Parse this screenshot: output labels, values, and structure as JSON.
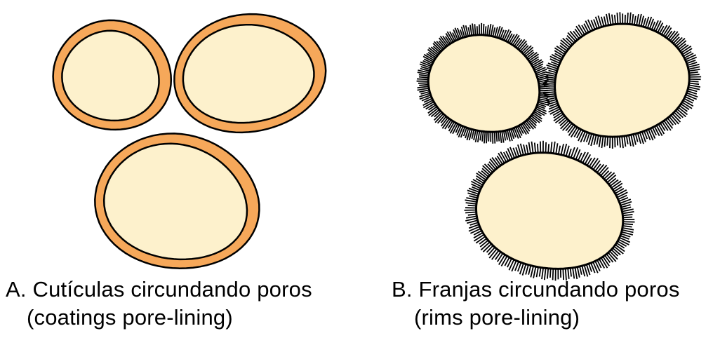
{
  "colors": {
    "grain_fill": "#fdf1cc",
    "coating_fill": "#f6a85a",
    "outline": "#000000",
    "background": "#ffffff"
  },
  "panel_a": {
    "caption_line1": "A. Cutículas circundando poros",
    "caption_line2": "(coatings pore-lining)",
    "grain_count": 3,
    "coating": "continuous orange cuticle around each grain"
  },
  "panel_b": {
    "caption_line1": "B. Franjas circundando poros",
    "caption_line2": "(rims pore-lining)",
    "grain_count": 3,
    "coating": "fringe of short radial crystals around each grain"
  }
}
